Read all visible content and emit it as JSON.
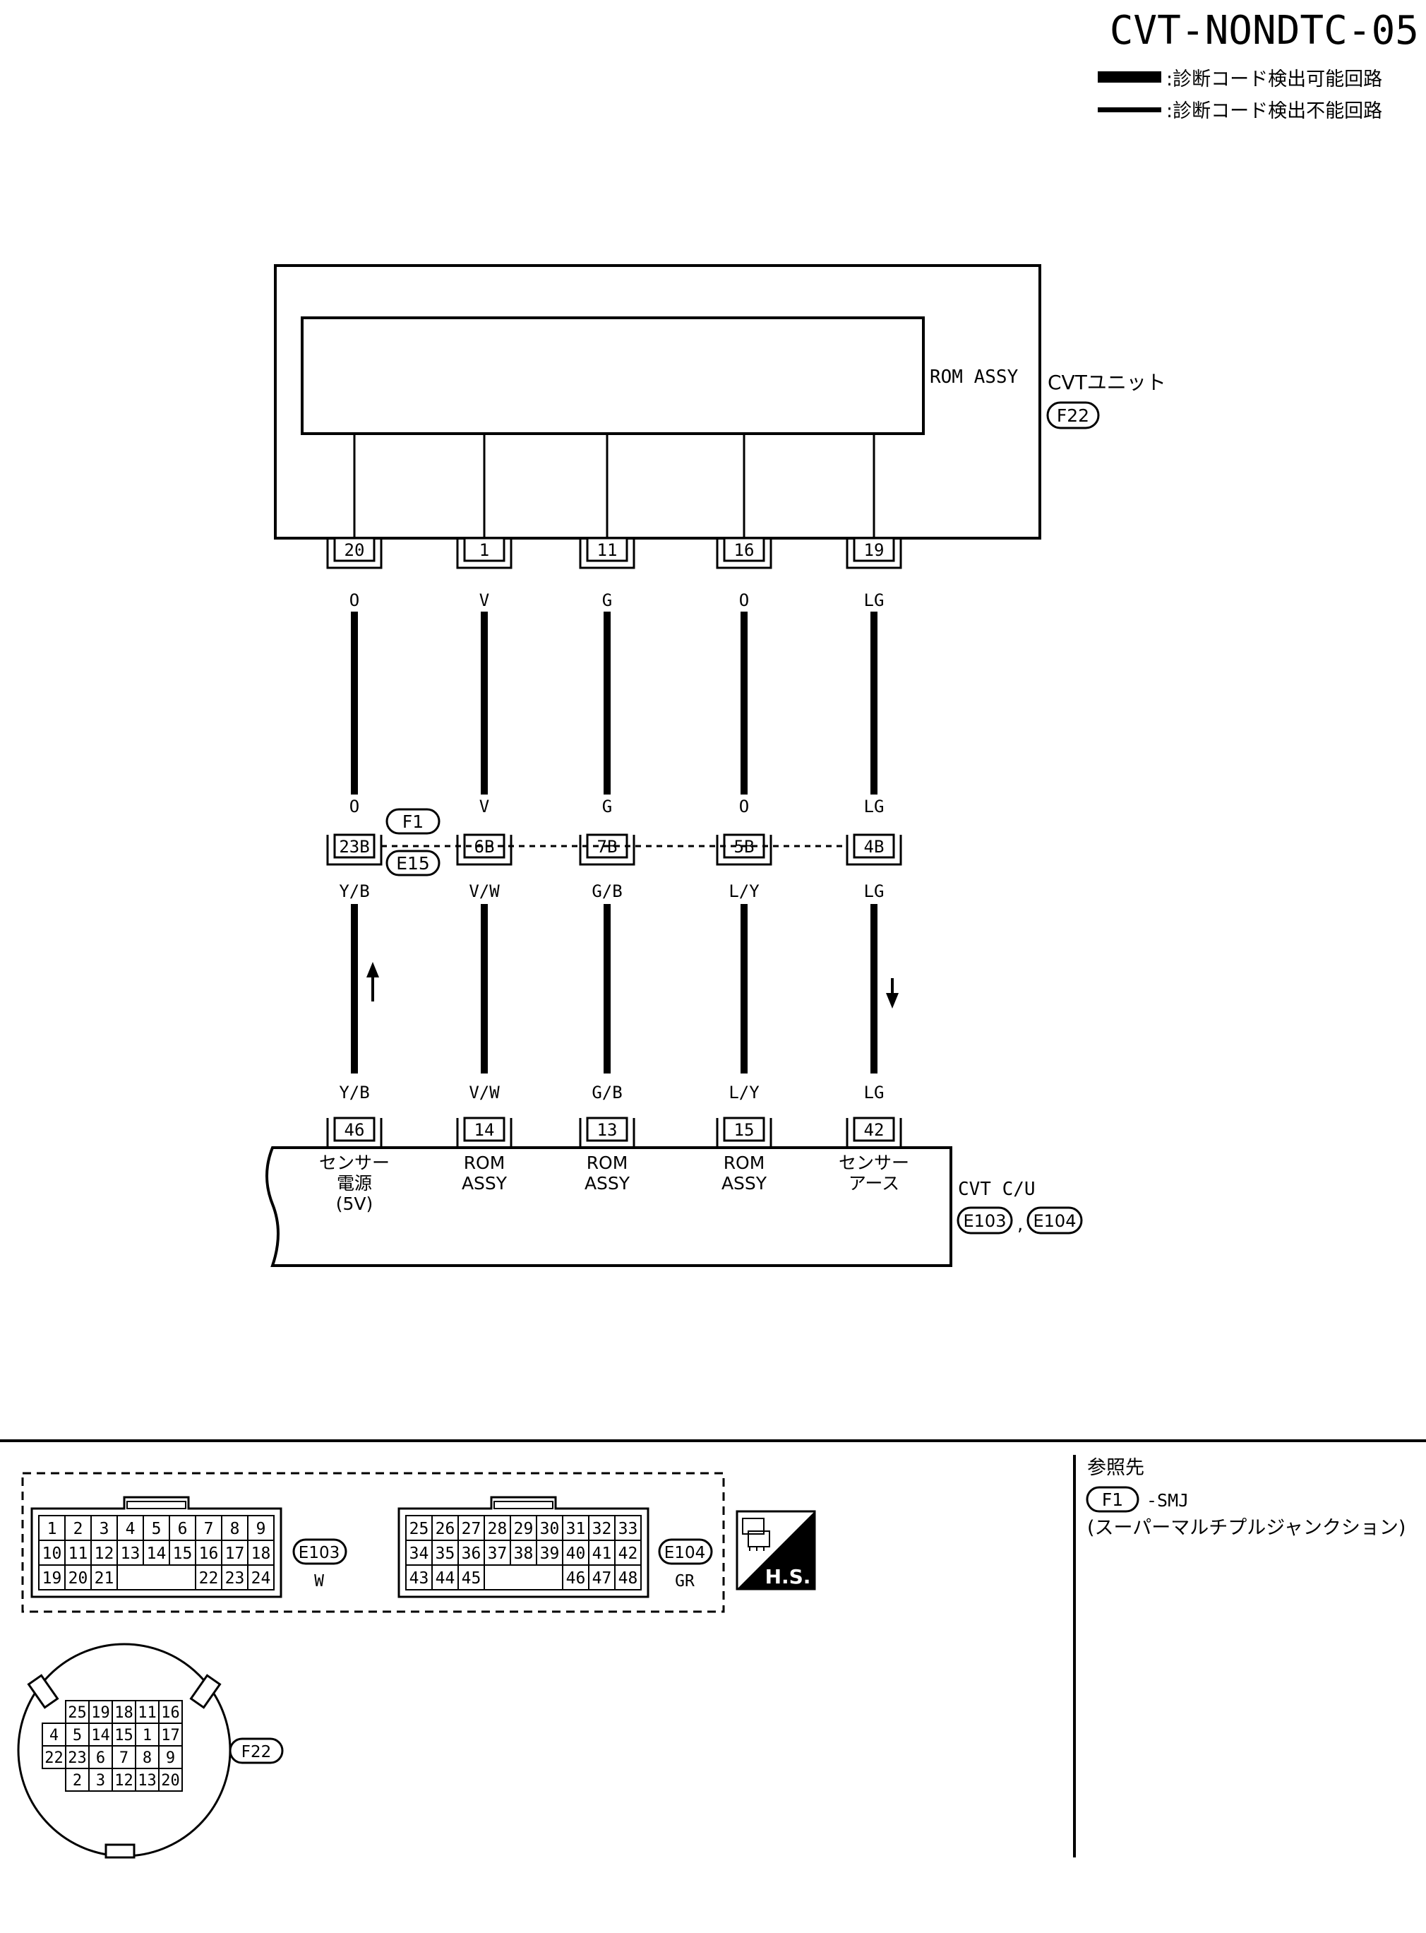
{
  "title": "CVT-NONDTC-05",
  "legend": [
    {
      "label": ":診断コード検出可能回路",
      "style": "thick"
    },
    {
      "label": ":診断コード検出不能回路",
      "style": "thin"
    }
  ],
  "cvt_unit": {
    "name": "CVTユニット",
    "connector": "F22",
    "inner_block": "ROM ASSY"
  },
  "circuits": [
    {
      "unit_pin": "20",
      "unit_color": "O",
      "smj_color_top": "O",
      "smj_pin": "23B",
      "smj_color_bottom": "Y/B",
      "cu_color": "Y/B",
      "cu_pin": "46",
      "cu_label": [
        "センサー",
        "電源",
        "(5V)"
      ],
      "arrow": "up"
    },
    {
      "unit_pin": "1",
      "unit_color": "V",
      "smj_color_top": "V",
      "smj_pin": "6B",
      "smj_color_bottom": "V/W",
      "cu_color": "V/W",
      "cu_pin": "14",
      "cu_label": [
        "ROM",
        "ASSY"
      ],
      "arrow": ""
    },
    {
      "unit_pin": "11",
      "unit_color": "G",
      "smj_color_top": "G",
      "smj_pin": "7B",
      "smj_color_bottom": "G/B",
      "cu_color": "G/B",
      "cu_pin": "13",
      "cu_label": [
        "ROM",
        "ASSY"
      ],
      "arrow": ""
    },
    {
      "unit_pin": "16",
      "unit_color": "O",
      "smj_color_top": "O",
      "smj_pin": "5B",
      "smj_color_bottom": "L/Y",
      "cu_color": "L/Y",
      "cu_pin": "15",
      "cu_label": [
        "ROM",
        "ASSY"
      ],
      "arrow": ""
    },
    {
      "unit_pin": "19",
      "unit_color": "LG",
      "smj_color_top": "LG",
      "smj_pin": "4B",
      "smj_color_bottom": "LG",
      "cu_color": "LG",
      "cu_pin": "42",
      "cu_label": [
        "センサー",
        "アース"
      ],
      "arrow": "down"
    }
  ],
  "smj_connectors": {
    "top": "F1",
    "bottom": "E15"
  },
  "cvt_cu": {
    "name": "CVT C/U",
    "connectors": [
      "E103",
      "E104"
    ],
    "separator": ","
  },
  "reference": {
    "heading": "参照先",
    "connector": "F1",
    "suffix": "-SMJ",
    "description": "(スーパーマルチプルジャンクション)"
  },
  "connector_views": {
    "e103": {
      "id": "E103",
      "color": "W",
      "rows": [
        [
          "1",
          "2",
          "3",
          "4",
          "5",
          "6",
          "7",
          "8",
          "9"
        ],
        [
          "10",
          "11",
          "12",
          "13",
          "14",
          "15",
          "16",
          "17",
          "18"
        ],
        [
          "19",
          "20",
          "21",
          "",
          "",
          "",
          "22",
          "23",
          "24"
        ]
      ]
    },
    "e104": {
      "id": "E104",
      "color": "GR",
      "rows": [
        [
          "25",
          "26",
          "27",
          "28",
          "29",
          "30",
          "31",
          "32",
          "33"
        ],
        [
          "34",
          "35",
          "36",
          "37",
          "38",
          "39",
          "40",
          "41",
          "42"
        ],
        [
          "43",
          "44",
          "45",
          "",
          "",
          "",
          "46",
          "47",
          "48"
        ]
      ]
    },
    "f22": {
      "id": "F22",
      "rows": [
        [
          "25",
          "19",
          "18",
          "11",
          "16"
        ],
        [
          "4",
          "5",
          "14",
          "15",
          "1",
          "17"
        ],
        [
          "22",
          "23",
          "6",
          "7",
          "8",
          "9"
        ],
        [
          "2",
          "3",
          "12",
          "13",
          "20"
        ]
      ]
    },
    "hs_label": "H.S."
  }
}
